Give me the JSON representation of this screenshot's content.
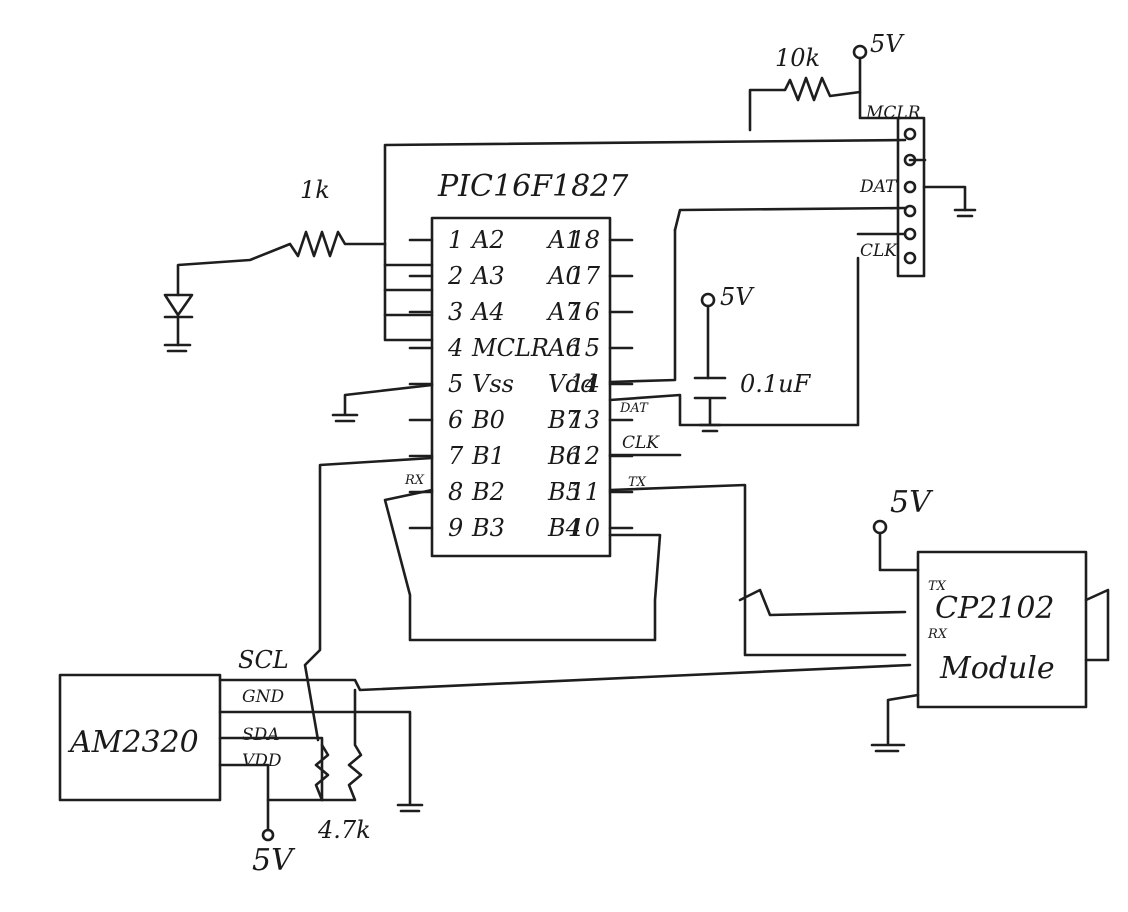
{
  "mcu": {
    "part": "PIC16F1827",
    "left_pins": [
      {
        "num": "1",
        "name": "A2"
      },
      {
        "num": "2",
        "name": "A3"
      },
      {
        "num": "3",
        "name": "A4"
      },
      {
        "num": "4",
        "name": "MCLR"
      },
      {
        "num": "5",
        "name": "Vss"
      },
      {
        "num": "6",
        "name": "B0"
      },
      {
        "num": "7",
        "name": "B1"
      },
      {
        "num": "8",
        "name": "B2"
      },
      {
        "num": "9",
        "name": "B3"
      }
    ],
    "right_pins": [
      {
        "num": "18",
        "name": "A1"
      },
      {
        "num": "17",
        "name": "A0"
      },
      {
        "num": "16",
        "name": "A7"
      },
      {
        "num": "15",
        "name": "A6"
      },
      {
        "num": "14",
        "name": "Vdd"
      },
      {
        "num": "13",
        "name": "B7"
      },
      {
        "num": "12",
        "name": "B6"
      },
      {
        "num": "11",
        "name": "B5"
      },
      {
        "num": "10",
        "name": "B4"
      }
    ]
  },
  "labels": {
    "led_resistor": "1k",
    "pullup_resistor": "10k",
    "top_supply": "5V",
    "vdd_supply": "5V",
    "capacitor": "0.1uF",
    "cp_supply": "5V",
    "bottom_supply": "5V",
    "pullup_pair": "4.7k"
  },
  "header": {
    "pins": [
      "MCLR",
      "",
      "DAT",
      "",
      "CLK",
      ""
    ]
  },
  "signals": {
    "dat": "DAT",
    "clk": "CLK",
    "tx": "TX",
    "rx": "RX"
  },
  "sensor": {
    "name": "AM2320",
    "pins": [
      "SCL",
      "GND",
      "SDA",
      "VDD"
    ]
  },
  "usb_uart": {
    "name_line1": "CP2102",
    "name_line2": "Module",
    "pin_tx": "TX",
    "pin_rx": "RX"
  }
}
